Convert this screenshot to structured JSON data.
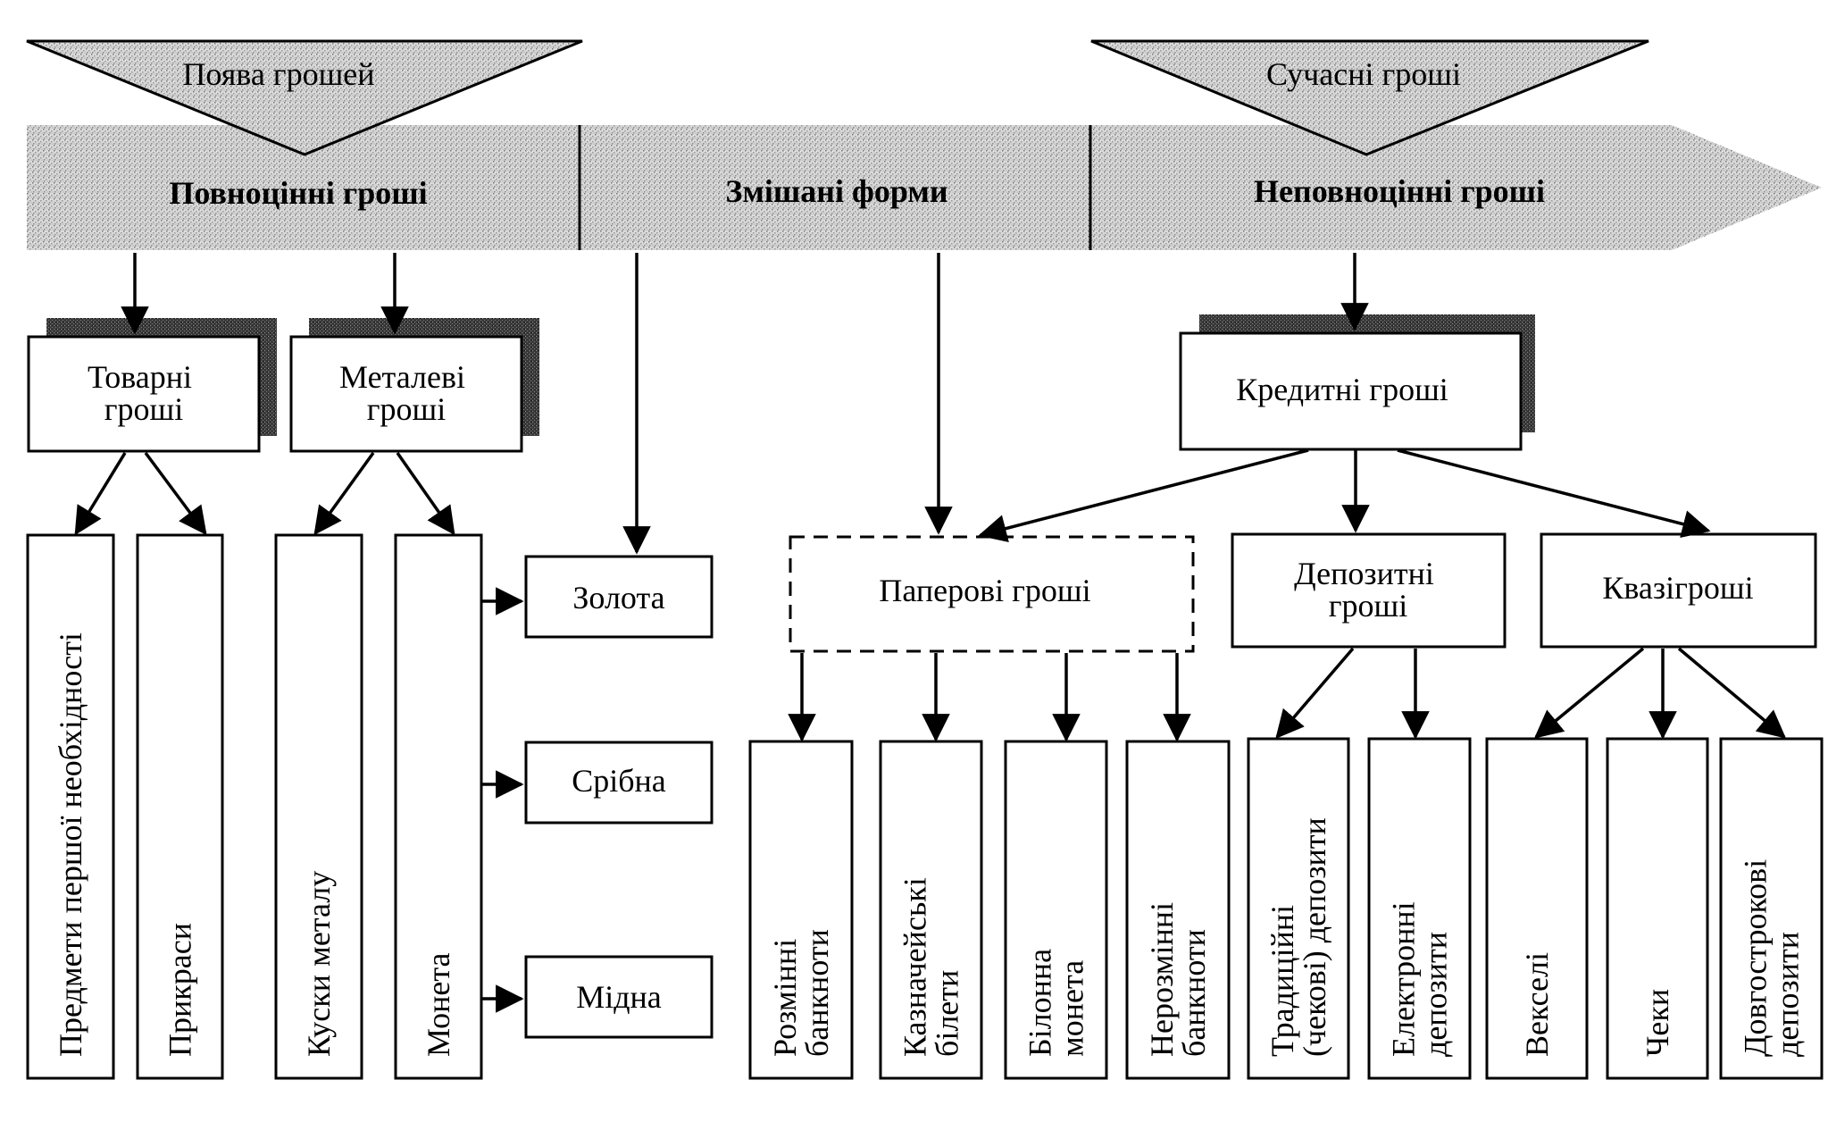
{
  "banner": {
    "origin_label": "Поява грошей",
    "modern_label": "Сучасні гроші",
    "sections": [
      "Повноцінні гроші",
      "Змішані форми",
      "Неповноцінні гроші"
    ]
  },
  "categories": {
    "commodity": "Товарні гроші",
    "metal": "Металеві гроші",
    "credit": "Кредитні гроші"
  },
  "commodity_items": [
    "Предмети першої необхідності",
    "Прикраси"
  ],
  "metal_items": [
    "Куски металу",
    "Монета"
  ],
  "coin_types": [
    "Золота",
    "Срібна",
    "Мідна"
  ],
  "credit_subtypes": {
    "paper": "Паперові гроші",
    "deposit": "Депозитні гроші",
    "quasi": "Квазігроші"
  },
  "paper_items": [
    "Розмінні банкноти",
    "Казначейські білети",
    "Білонна монета",
    "Нерозмінні банкноти"
  ],
  "deposit_items": [
    "Традиційні (чекові) депозити",
    "Електронні депозити"
  ],
  "quasi_items": [
    "Векселі",
    "Чеки",
    "Довгострокові депозити"
  ]
}
